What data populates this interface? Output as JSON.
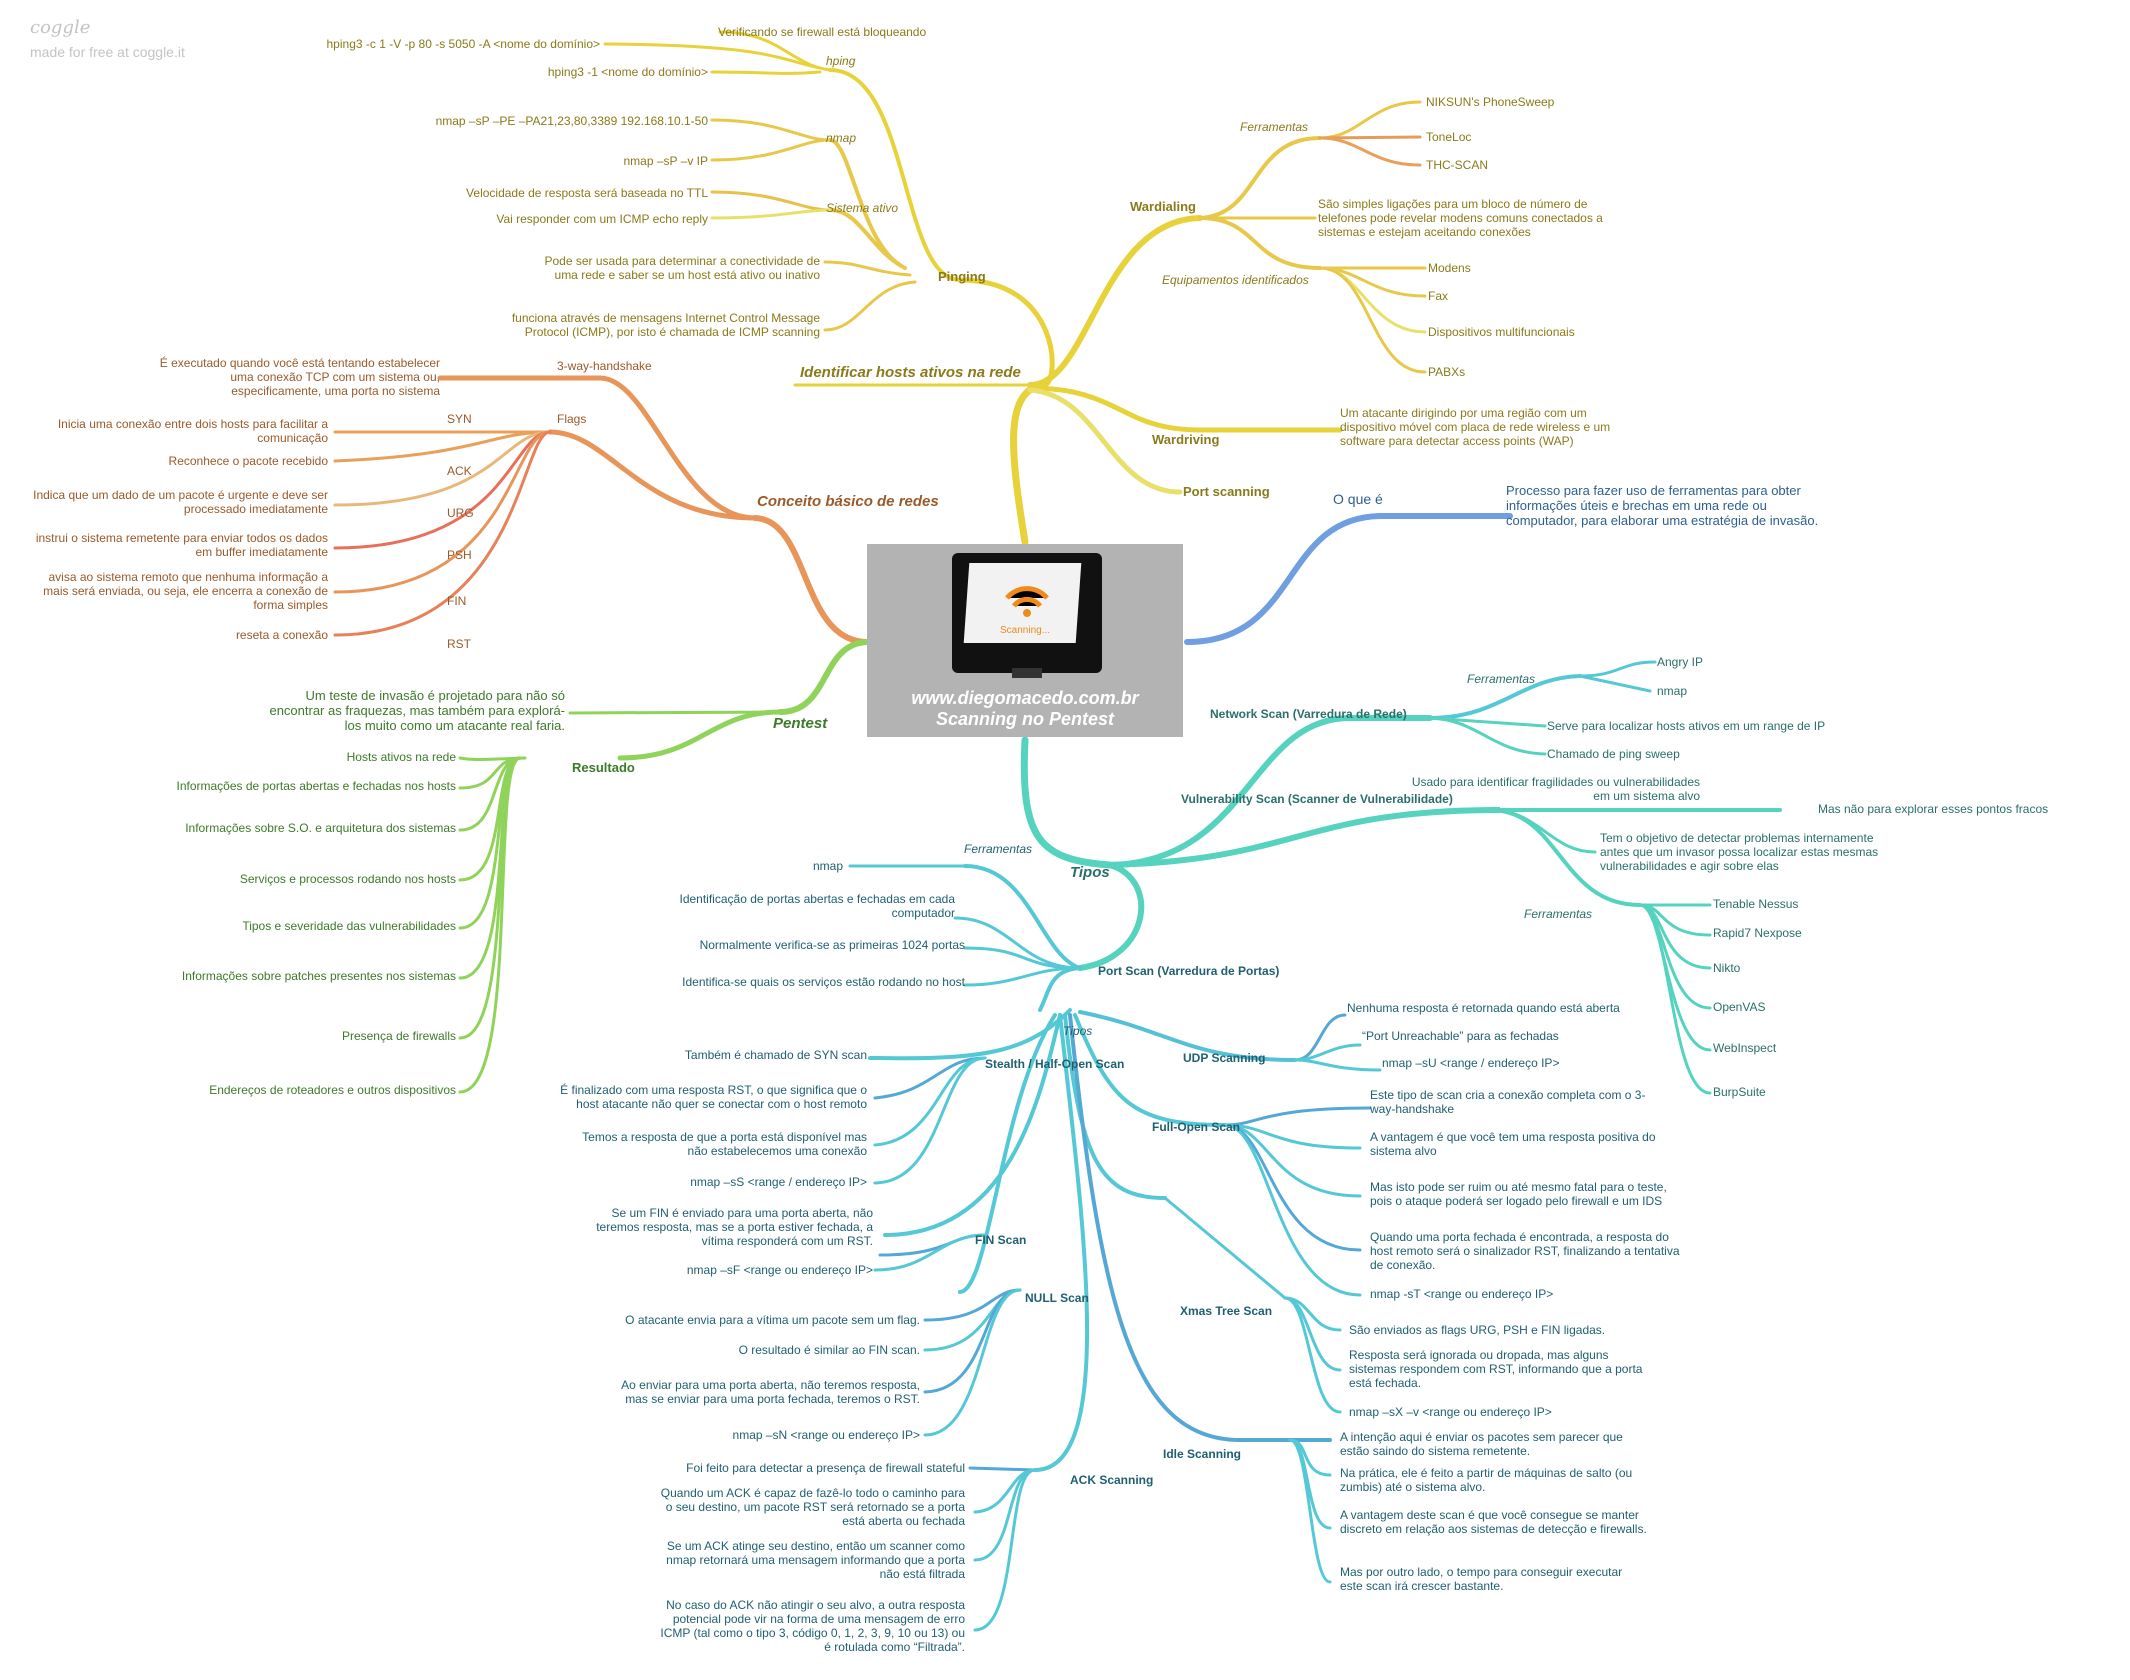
{
  "brand": {
    "name": "coggle",
    "tagline": "made for free at coggle.it"
  },
  "center": {
    "line1": "www.diegomacedo.com.br",
    "line2": "Scanning no Pentest",
    "screen_text": "Scanning...",
    "icon": "monitor-wifi-icon"
  },
  "colors": {
    "yellow": "#e8d23a",
    "orange": "#e8955a",
    "green": "#8fd35a",
    "blue": "#6f9fe0",
    "teal": "#55d3bf",
    "cyan": "#55c8d6"
  },
  "ident": {
    "title": "Identificar hosts ativos na rede",
    "pinging": {
      "label": "Pinging",
      "hping": {
        "label": "hping",
        "items": [
          "Verificando se firewall está bloqueando",
          "hping3 -c 1 -V -p 80 -s 5050 -A <nome do domínio>",
          "hping3 -1 <nome do domínio>"
        ]
      },
      "nmap": {
        "label": "nmap",
        "items": [
          "nmap –sP –PE –PA21,23,80,3389 192.168.10.1-50",
          "nmap –sP –v IP"
        ]
      },
      "sistema": {
        "label": "Sistema ativo",
        "items": [
          "Velocidade de resposta será baseada no TTL",
          "Vai responder com um ICMP echo reply"
        ]
      },
      "notes": [
        "Pode ser usada para determinar a conectividade de uma rede e saber se um host está ativo ou inativo",
        "funciona através de mensagens Internet Control Message Protocol (ICMP), por isto é chamada de ICMP scanning"
      ]
    },
    "wardialing": {
      "label": "Wardialing",
      "ferramentas": {
        "label": "Ferramentas",
        "items": [
          "NIKSUN's PhoneSweep",
          "ToneLoc",
          "THC-SCAN"
        ]
      },
      "desc": "São simples ligações para um bloco de número de telefones pode revelar modens comuns conectados a sistemas e estejam aceitando conexões",
      "equip": {
        "label": "Equipamentos identificados",
        "items": [
          "Modens",
          "Fax",
          "Dispositivos multifuncionais",
          "PABXs"
        ]
      }
    },
    "wardriving": {
      "label": "Wardriving",
      "desc": "Um atacante dirigindo por uma região com um dispositivo móvel com placa de rede wireless e um software para detectar access points (WAP)"
    },
    "portscan": {
      "label": "Port scanning"
    }
  },
  "oque": {
    "label": "O que é",
    "desc": "Processo para fazer uso de ferramentas para obter informações úteis e brechas em uma rede ou computador, para elaborar uma estratégia de invasão."
  },
  "conceito": {
    "title": "Conceito básico de redes",
    "handshake": {
      "label": "3-way-handshake",
      "desc": "É executado quando você está tentando estabelecer uma conexão TCP com um sistema ou, especificamente, uma porta no sistema"
    },
    "flags": {
      "label": "Flags",
      "items": [
        {
          "name": "SYN",
          "desc": "Inicia uma conexão entre dois hosts para facilitar a comunicação"
        },
        {
          "name": "ACK",
          "desc": "Reconhece o pacote recebido"
        },
        {
          "name": "URG",
          "desc": "Indica que um dado de um pacote é urgente e deve ser processado imediatamente"
        },
        {
          "name": "PSH",
          "desc": "instrui o sistema remetente para enviar todos os dados em buffer imediatamente"
        },
        {
          "name": "FIN",
          "desc": "avisa ao sistema remoto que nenhuma informação a mais será enviada, ou seja, ele encerra a conexão de forma simples"
        },
        {
          "name": "RST",
          "desc": "reseta a conexão"
        }
      ]
    }
  },
  "pentest": {
    "title": "Pentest",
    "desc": "Um teste de invasão é projetado para não só encontrar as fraquezas, mas também para explorá-los muito como um atacante real faria.",
    "resultado": {
      "label": "Resultado",
      "items": [
        "Hosts ativos na rede",
        "Informações de portas abertas e fechadas nos hosts",
        "Informações sobre S.O. e arquitetura dos sistemas",
        "Serviços e processos rodando nos hosts",
        "Tipos e severidade das vulnerabilidades",
        "Informações sobre patches presentes nos sistemas",
        "Presença de firewalls",
        "Endereços de roteadores e outros dispositivos"
      ]
    }
  },
  "tipos": {
    "title": "Tipos",
    "network": {
      "label": "Network Scan (Varredura de Rede)",
      "ferramentas": {
        "label": "Ferramentas",
        "items": [
          "Angry IP",
          "nmap"
        ]
      },
      "items": [
        "Serve para localizar hosts ativos em um range de IP",
        "Chamado de ping sweep"
      ]
    },
    "vuln": {
      "label": "Vulnerability Scan (Scanner de Vulnerabilidade)",
      "usado": "Usado para identificar fragilidades ou vulnerabilidades em um sistema alvo",
      "mas": "Mas não para explorar esses pontos fracos",
      "objetivo": "Tem o objetivo de detectar problemas internamente antes que um invasor possa localizar estas mesmas vulnerabilidades e agir sobre elas",
      "ferramentas": {
        "label": "Ferramentas",
        "items": [
          "Tenable Nessus",
          "Rapid7 Nexpose",
          "Nikto",
          "OpenVAS",
          "WebInspect",
          "BurpSuite"
        ]
      }
    },
    "port": {
      "label": "Port Scan (Varredura de Portas)",
      "ferramentas": {
        "label": "Ferramentas",
        "items": [
          "nmap"
        ]
      },
      "items": [
        "Identificação de portas abertas e fechadas em cada computador",
        "Normalmente verifica-se as primeiras 1024 portas",
        "Identifica-se quais os serviços estão rodando no host"
      ],
      "tipos_label": "Tipos",
      "stealth": {
        "label": "Stealth / Half-Open Scan",
        "items": [
          "Também é chamado de SYN scan",
          "É finalizado com uma resposta RST, o que significa que o host atacante não quer se conectar com o host remoto",
          "Temos a resposta de que a porta está disponível mas não estabelecemos uma conexão",
          "nmap –sS <range / endereço IP>"
        ]
      },
      "fin": {
        "label": "FIN Scan",
        "items": [
          "Se um FIN é enviado para uma porta aberta, não teremos resposta, mas se a porta estiver fechada, a vítima responderá com um RST.",
          "nmap –sF <range ou endereço IP>"
        ]
      },
      "null": {
        "label": "NULL Scan",
        "items": [
          "O atacante envia para a vítima um pacote sem um flag.",
          "O resultado é similar ao FIN scan.",
          "Ao enviar para uma porta aberta, não teremos resposta, mas se enviar para uma porta fechada, teremos o RST.",
          "nmap –sN <range ou endereço IP>"
        ]
      },
      "ack": {
        "label": "ACK Scanning",
        "items": [
          "Foi feito para detectar a presença de firewall stateful",
          "Quando um ACK é capaz de fazê-lo todo o caminho para o seu destino, um pacote RST será retornado se a porta está aberta ou fechada",
          "Se um ACK atinge seu destino, então um scanner como nmap retornará uma mensagem informando que a porta não está filtrada",
          "No caso do ACK não atingir o seu alvo, a outra resposta potencial pode vir na forma de uma mensagem de erro ICMP (tal como o tipo 3, código 0, 1, 2, 3, 9, 10 ou 13) ou é rotulada como “Filtrada”."
        ]
      },
      "udp": {
        "label": "UDP Scanning",
        "items": [
          "Nenhuma resposta é retornada quando está aberta",
          "“Port Unreachable” para as fechadas",
          "nmap –sU <range / endereço IP>"
        ]
      },
      "full": {
        "label": "Full-Open Scan",
        "items": [
          "Este tipo de scan cria a conexão completa com o 3-way-handshake",
          "A vantagem é que você tem uma resposta positiva do sistema alvo",
          "Mas isto pode ser ruim ou até mesmo fatal para o teste, pois o ataque poderá ser logado pelo firewall e um IDS",
          "Quando uma porta fechada é encontrada, a resposta do host remoto será o sinalizador RST, finalizando a tentativa de conexão.",
          "nmap -sT <range ou endereço IP>"
        ]
      },
      "xmas": {
        "label": "Xmas Tree Scan",
        "items": [
          "São enviados as flags URG, PSH e FIN ligadas.",
          "Resposta será ignorada ou dropada, mas alguns sistemas respondem com RST, informando que a porta está fechada.",
          "nmap –sX –v <range ou endereço IP>"
        ]
      },
      "idle": {
        "label": "Idle Scanning",
        "items": [
          "A intenção aqui é enviar os pacotes sem parecer que estão saindo do sistema remetente.",
          "Na prática, ele é feito a partir de máquinas de salto (ou zumbis) até o sistema alvo.",
          "A vantagem deste scan é que você consegue se manter discreto em relação aos sistemas de detecção e firewalls.",
          "Mas por outro lado, o tempo para conseguir executar este scan irá crescer bastante."
        ]
      }
    }
  }
}
